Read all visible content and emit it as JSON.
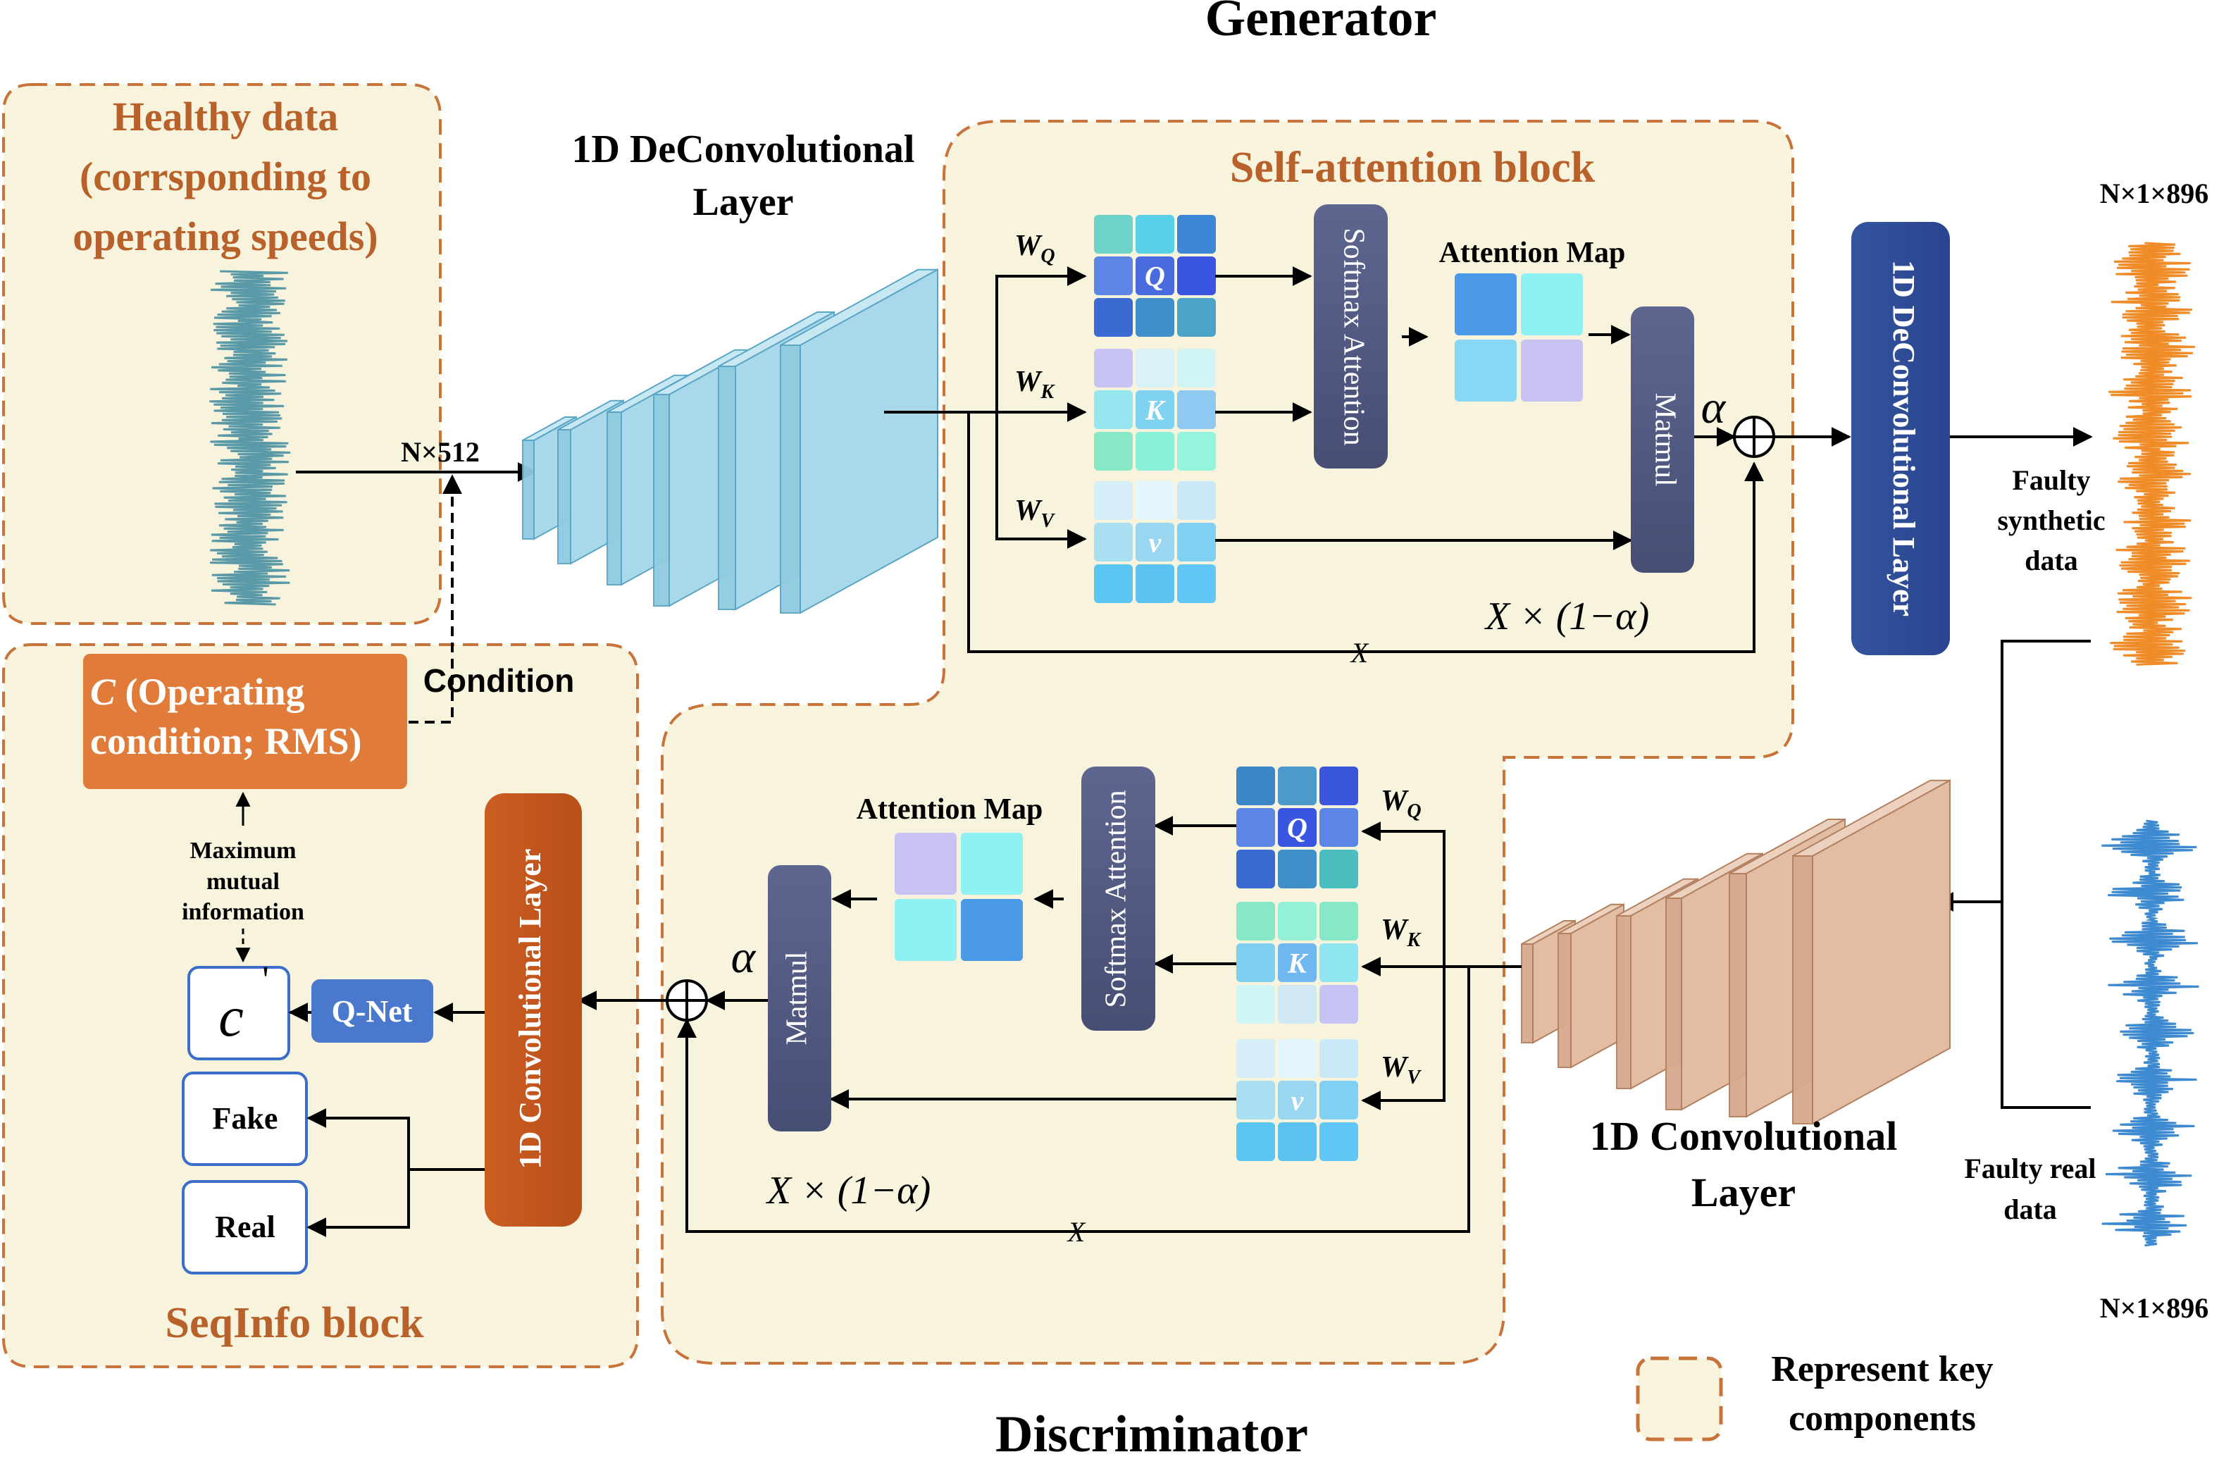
{
  "titles": {
    "generator": "Generator",
    "discriminator": "Discriminator"
  },
  "healthy": {
    "label_lines": [
      "Healthy data",
      "(corrsponding to",
      "operating speeds)"
    ],
    "dim": "N×512"
  },
  "deconv_stack": {
    "label_lines": [
      "1D DeConvolutional",
      "Layer"
    ]
  },
  "self_attention_gen": {
    "title": "Self-attention block",
    "w_q": "W",
    "w_q_sub": "Q",
    "w_k": "W",
    "w_k_sub": "K",
    "w_v": "W",
    "w_v_sub": "V",
    "q": "Q",
    "k": "K",
    "v": "v",
    "softmax": "Softmax Attention",
    "attention_map": "Attention Map",
    "matmul": "Matmul",
    "alpha": "α",
    "residual": "X × (1−α)",
    "x": "X"
  },
  "deconv_out": {
    "label": "1D DeConvolutional Layer",
    "dim": "N×1×896",
    "output_label_lines": [
      "Faulty",
      "synthetic",
      "data"
    ]
  },
  "real_data": {
    "label_lines": [
      "Faulty real",
      "data"
    ],
    "dim": "N×1×896"
  },
  "conv_stack": {
    "label_lines": [
      "1D Convolutional",
      "Layer"
    ]
  },
  "self_attention_disc": {
    "w_q": "W",
    "w_q_sub": "Q",
    "w_k": "W",
    "w_k_sub": "K",
    "w_v": "W",
    "w_v_sub": "V",
    "q": "Q",
    "k": "K",
    "v": "v",
    "softmax": "Softmax Attention",
    "attention_map": "Attention Map",
    "matmul": "Matmul",
    "alpha": "α",
    "residual": "X × (1−α)",
    "x": "X"
  },
  "seqinfo": {
    "title": "SeqInfo block",
    "condition_box_c": "C",
    "condition_box_lines": [
      " (Operating",
      "condition; RMS)"
    ],
    "condition_label": "Condition",
    "mmi_lines": [
      "Maximum",
      "mutual",
      "information"
    ],
    "c_prime": "c",
    "prime": "'",
    "qnet": "Q-Net",
    "fake": "Fake",
    "real": "Real",
    "conv_layer": "1D Convolutional Layer"
  },
  "legend": {
    "lines": [
      "Represent key",
      "components"
    ]
  },
  "colors": {
    "panel_fill": "#f7f3dc",
    "panel_border": "#c8733a",
    "accent_orange": "#e07b39",
    "title_brown": "#b8612a",
    "softmax_box": "#545c82",
    "deconv_blue": "#2f4f9a",
    "conv_brown": "#c2571f",
    "qnet_blue": "#4a78cc",
    "signal_green": "#5a9aa8",
    "signal_orange": "#f08c28",
    "signal_blue": "#3d8ad0"
  }
}
